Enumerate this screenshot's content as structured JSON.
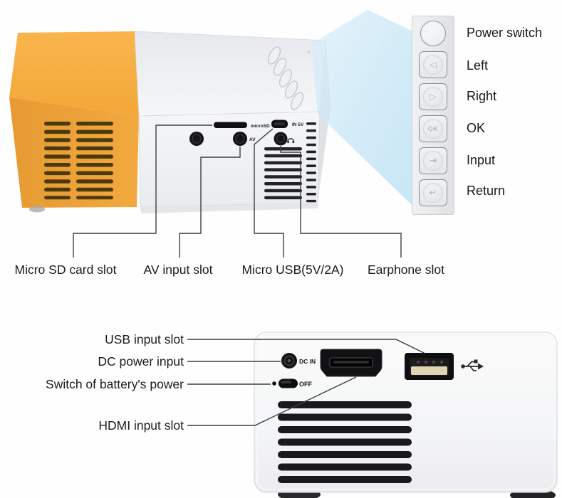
{
  "top_section": {
    "back_panel_texts": {
      "microsd": "microSD",
      "av": "AV",
      "in_5v": "IN 5V"
    },
    "port_labels": [
      {
        "label": "Micro SD card slot"
      },
      {
        "label": "AV input slot"
      },
      {
        "label": "Micro USB(5V/2A)"
      },
      {
        "label": "Earphone slot"
      }
    ]
  },
  "button_panel": {
    "items": [
      {
        "label": "Power switch",
        "icon": "power-circle",
        "glyph": ""
      },
      {
        "label": "Left",
        "icon": "left-triangle",
        "glyph": "◁"
      },
      {
        "label": "Right",
        "icon": "right-triangle",
        "glyph": "▷"
      },
      {
        "label": "OK",
        "icon": "ok-circle",
        "glyph": "OK"
      },
      {
        "label": "Input",
        "icon": "input-arrow",
        "glyph": "⇥"
      },
      {
        "label": "Return",
        "icon": "return-arrow",
        "glyph": "↵"
      }
    ]
  },
  "bottom_section": {
    "labels": [
      {
        "label": "USB input slot"
      },
      {
        "label": "DC power input"
      },
      {
        "label": "Switch of battery's power"
      },
      {
        "label": "HDMI input slot"
      }
    ],
    "device_texts": {
      "dc_in": "DC IN",
      "off": "OFF"
    }
  },
  "colors": {
    "body_yellow_top": "#f6ae43",
    "body_yellow_front": "#eda23d",
    "beam_blue": "#bfe3f4",
    "device_white": "#f3f4f6",
    "callout_line": "#3f3f41",
    "text": "#1b1b1d"
  }
}
